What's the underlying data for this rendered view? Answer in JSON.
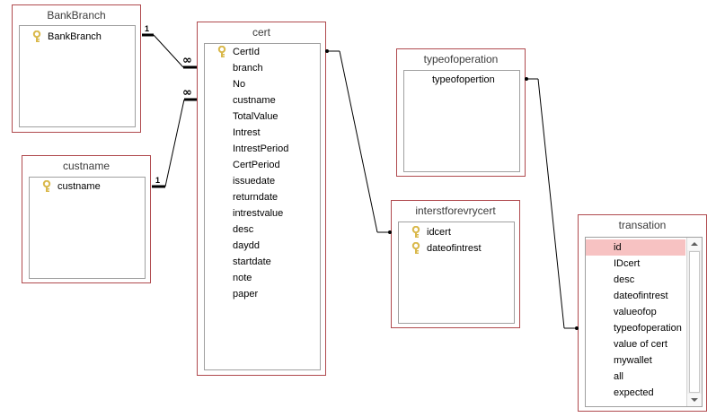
{
  "tables": {
    "bankbranch": {
      "title": "BankBranch",
      "fields": [
        "BankBranch"
      ]
    },
    "custname": {
      "title": "custname",
      "fields": [
        "custname"
      ]
    },
    "cert": {
      "title": "cert",
      "fields": [
        "CertId",
        "branch",
        "No",
        "custname",
        "TotalValue",
        "Intrest",
        "IntrestPeriod",
        "CertPeriod",
        "issuedate",
        "returndate",
        "intrestvalue",
        "desc",
        "daydd",
        "startdate",
        "note",
        "paper"
      ]
    },
    "typeofoperation": {
      "title": "typeofoperation",
      "fields": [
        "typeofopertion"
      ]
    },
    "interstforevrycert": {
      "title": "interstforevrycert",
      "fields": [
        "idcert",
        "dateofintrest"
      ]
    },
    "transation": {
      "title": "transation",
      "fields": [
        "id",
        "IDcert",
        "desc",
        "dateofintrest",
        "valueofop",
        "typeofoperation",
        "value of cert",
        "mywallet",
        "all",
        "expected"
      ]
    }
  },
  "relationships": {
    "one_label_1": "1",
    "many_label_1": "∞",
    "one_label_2": "1",
    "many_label_2": "∞"
  },
  "colors": {
    "table_border": "#b04a4e",
    "selected_row": "#f7c2c2",
    "key_icon": "#d9b84a"
  }
}
